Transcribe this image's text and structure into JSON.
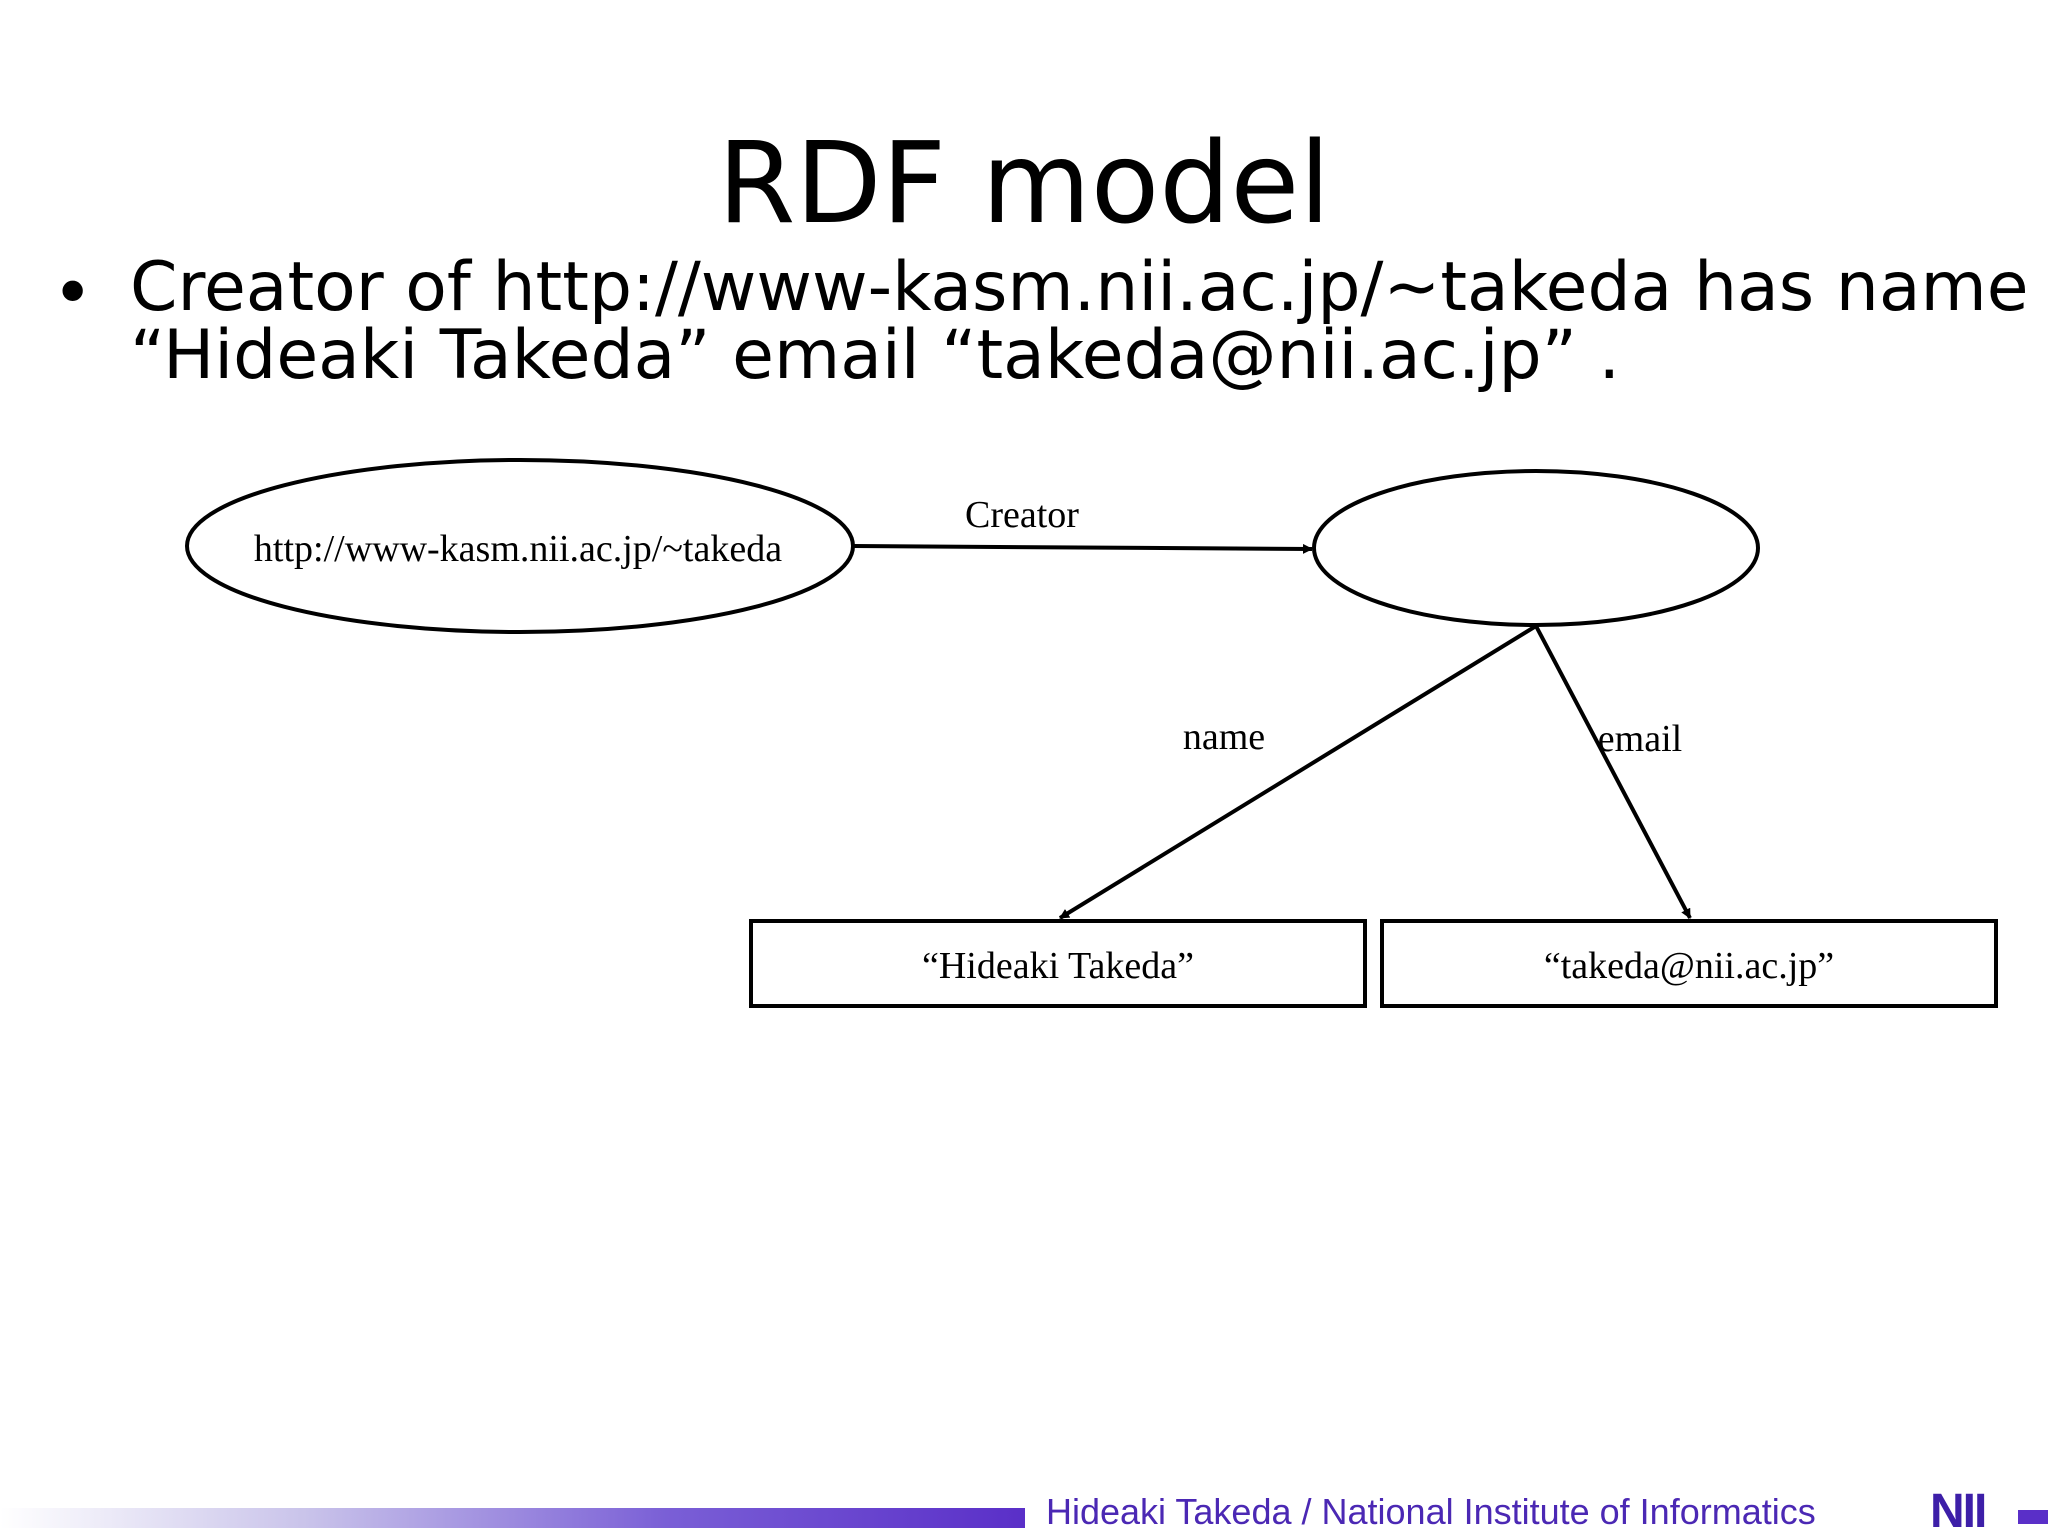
{
  "slide": {
    "title": "RDF model",
    "bullet_line1": "Creator of http://www-kasm.nii.ac.jp/~takeda has name",
    "bullet_line2": "“Hideaki Takeda” email “takeda@nii.ac.jp” ."
  },
  "diagram": {
    "nodes": {
      "resource": "http://www-kasm.nii.ac.jp/~takeda",
      "blank": "",
      "name_literal": "“Hideaki Takeda”",
      "email_literal": "“takeda@nii.ac.jp”"
    },
    "edges": {
      "creator": "Creator",
      "name": "name",
      "email": "email"
    }
  },
  "footer": {
    "text": "Hideaki Takeda / National Institute of Informatics",
    "logo": "NII"
  }
}
